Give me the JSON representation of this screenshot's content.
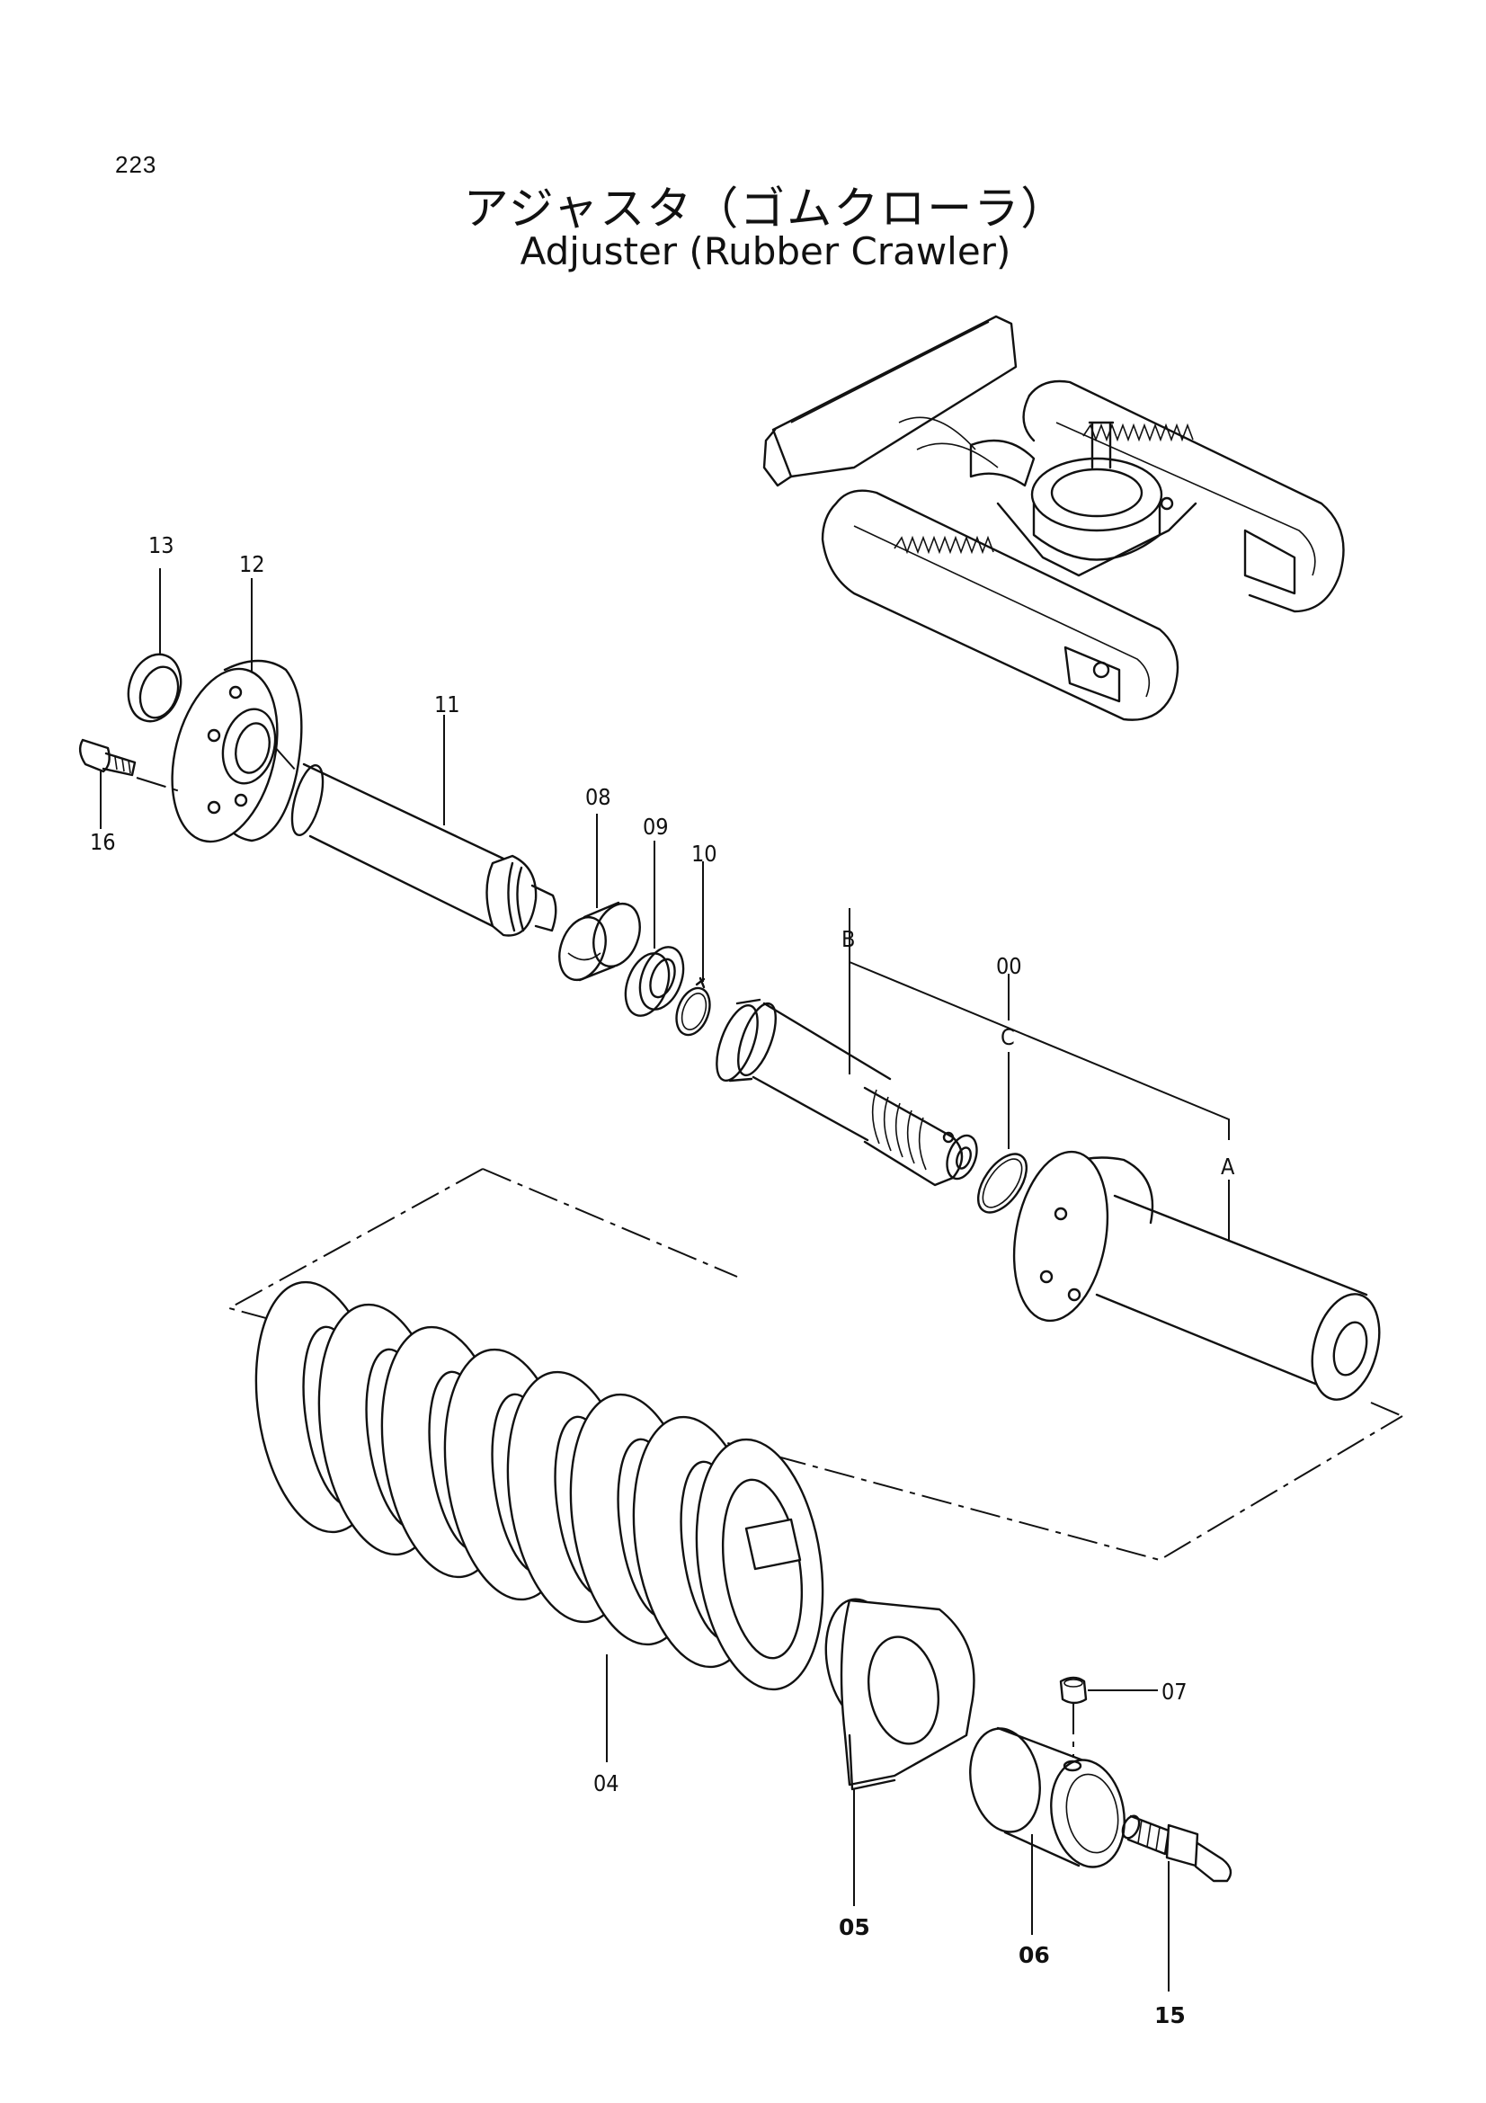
{
  "page_number": "223",
  "title_jp": "アジャスタ（ゴムクローラ）",
  "title_en": "Adjuster (Rubber Crawler)",
  "callouts": {
    "c00": "00",
    "c04": "04",
    "c05": "05",
    "c06": "06",
    "c07": "07",
    "c08": "08",
    "c09": "09",
    "c10": "10",
    "c11": "11",
    "c12": "12",
    "c13": "13",
    "c15": "15",
    "c16": "16",
    "cA": "A",
    "cB": "B",
    "cC": "C"
  }
}
